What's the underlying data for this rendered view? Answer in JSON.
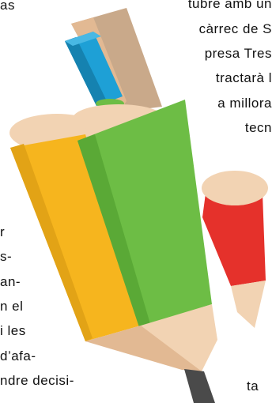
{
  "text": {
    "left_lines": [
      "as",
      "r",
      "s-",
      "an-",
      "n el",
      "i les",
      "d’afa-",
      "ndre decisi-"
    ],
    "right_lines": [
      "tubre amb un",
      "càrrec de S",
      "presa Tres",
      "tractarà l",
      "a millora",
      "tecn"
    ],
    "bottom_right_fragment": "ta"
  },
  "illustration": {
    "colors": {
      "yellow": "#f6b51e",
      "green": "#6dbd45",
      "red": "#e5312b",
      "blue": "#1ea0d6",
      "wood": "#f2d3b3",
      "wood_shadow": "#e2b993",
      "taupe": "#c9a98a",
      "lead": "#4a4a4a"
    },
    "icons": [
      "pencil-cylinder-icon",
      "pencil-tip-icon",
      "eraser-icon"
    ]
  }
}
